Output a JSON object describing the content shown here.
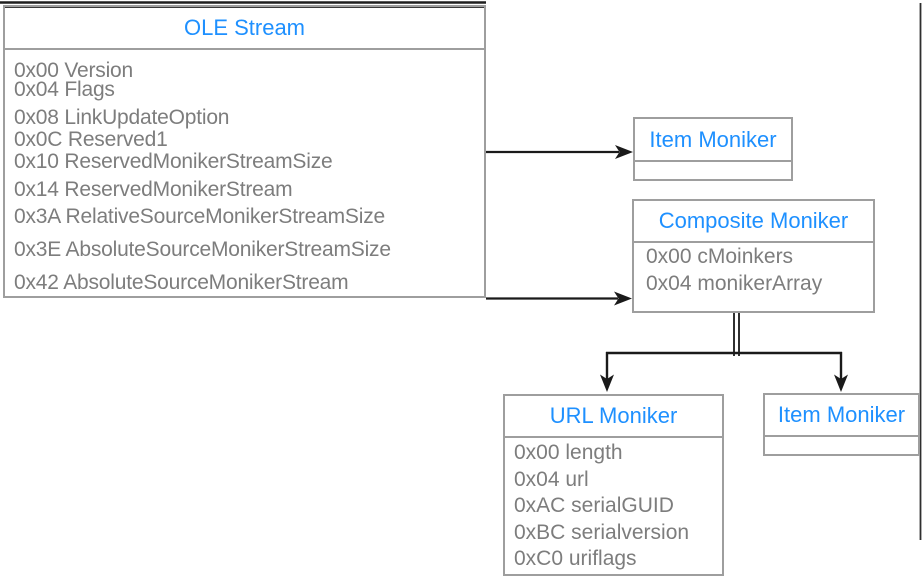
{
  "colors": {
    "title_blue": "#1e90ff",
    "field_gray": "#7d7d7d",
    "border_gray": "#9e9e9e",
    "connector_black": "#1a1a1a"
  },
  "boxes": {
    "ole_stream": {
      "title": "OLE Stream",
      "fields": [
        "0x00 Version",
        "0x04 Flags",
        "0x08 LinkUpdateOption",
        "0x0C Reserved1",
        "0x10 ReservedMonikerStreamSize",
        "0x14 ReservedMonikerStream",
        "0x3A RelativeSourceMonikerStreamSize",
        "0x3E AbsoluteSourceMonikerStreamSize",
        "0x42 AbsoluteSourceMonikerStream"
      ]
    },
    "item_moniker_top": {
      "title": "Item Moniker",
      "fields": []
    },
    "composite_moniker": {
      "title": "Composite Moniker",
      "fields": [
        "0x00 cMoinkers",
        "0x04 monikerArray"
      ]
    },
    "url_moniker": {
      "title": "URL Moniker",
      "fields": [
        "0x00 length",
        "0x04 url",
        "0xAC serialGUID",
        "0xBC serialversion",
        "0xC0 uriflags"
      ]
    },
    "item_moniker_bottom": {
      "title": "Item Moniker",
      "fields": []
    }
  },
  "connections": [
    {
      "from": "OLE Stream",
      "to": "Item Moniker (top)",
      "style": "arrow-right"
    },
    {
      "from": "OLE Stream",
      "to": "Composite Moniker",
      "style": "arrow-right"
    },
    {
      "from": "Composite Moniker",
      "to": "URL Moniker",
      "style": "arrow-down"
    },
    {
      "from": "Composite Moniker",
      "to": "Item Moniker (bottom)",
      "style": "arrow-down"
    }
  ]
}
